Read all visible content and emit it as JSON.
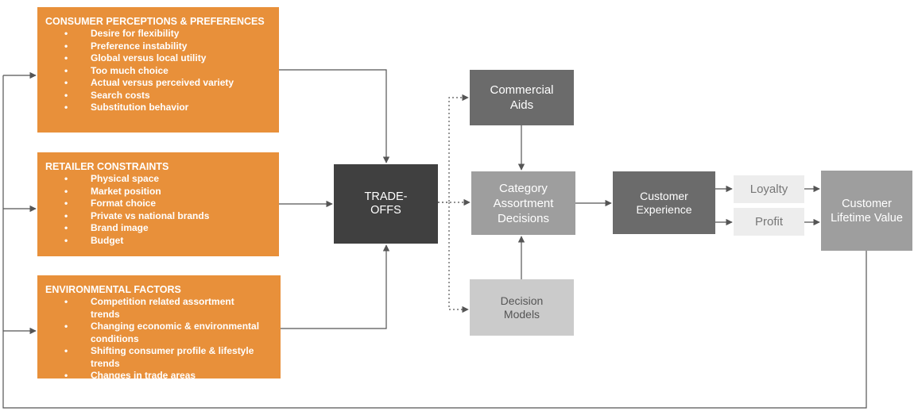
{
  "consumer": {
    "title": "CONSUMER PERCEPTIONS & PREFERENCES",
    "items": [
      "Desire for flexibility",
      "Preference instability",
      "Global versus local utility",
      "Too much choice",
      "Actual versus perceived variety",
      "Search costs",
      "Substitution behavior"
    ]
  },
  "retailer": {
    "title": "RETAILER CONSTRAINTS",
    "items": [
      "Physical space",
      "Market position",
      "Format choice",
      "Private vs national brands",
      "Brand image",
      "Budget"
    ]
  },
  "environment": {
    "title": "ENVIRONMENTAL FACTORS",
    "items": [
      "Competition related assortment trends",
      "Changing economic & environmental conditions",
      "Shifting consumer profile & lifestyle trends",
      "Changes in trade areas"
    ]
  },
  "tradeoffs": {
    "line1": "TRADE-",
    "line2": "OFFS"
  },
  "commercial_aids": {
    "line1": "Commercial",
    "line2": "Aids"
  },
  "category": {
    "line1": "Category",
    "line2": "Assortment",
    "line3": "Decisions"
  },
  "decision_models": {
    "line1": "Decision",
    "line2": "Models"
  },
  "customer_experience": {
    "line1": "Customer",
    "line2": "Experience"
  },
  "loyalty": "Loyalty",
  "profit": "Profit",
  "clv": {
    "line1": "Customer",
    "line2": "Lifetime Value"
  },
  "colors": {
    "orange": "#e8903a",
    "dark": "#404040",
    "mid": "#6b6b6b",
    "light": "#9e9e9e",
    "pale": "#cbcbcb"
  }
}
